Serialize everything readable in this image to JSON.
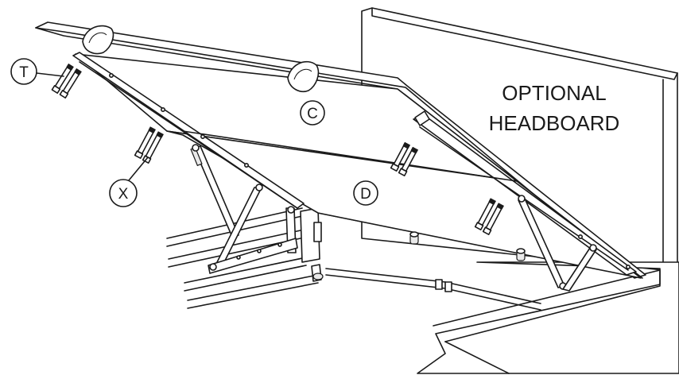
{
  "diagram": {
    "headboard_label_line1": "OPTIONAL",
    "headboard_label_line2": "HEADBOARD",
    "callouts": {
      "T": "T",
      "X": "X",
      "C": "C",
      "D": "D"
    },
    "colors": {
      "line": "#1a1a1a",
      "background": "#ffffff",
      "shade": "#e9e9e9"
    }
  }
}
